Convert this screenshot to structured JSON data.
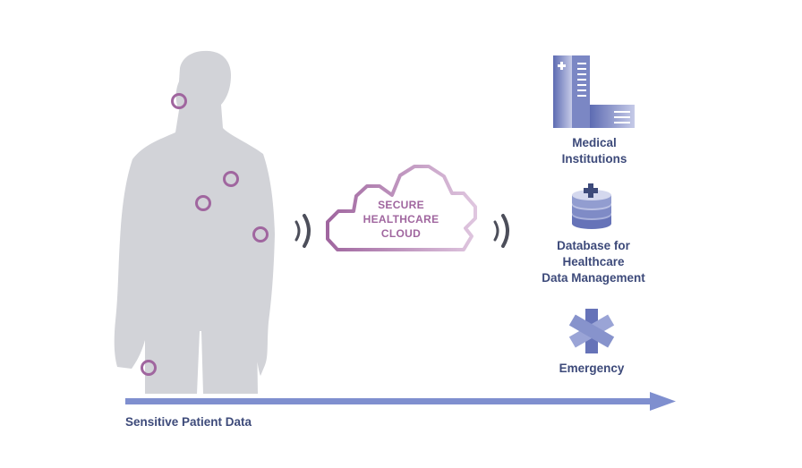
{
  "cloud": {
    "line1": "SECURE",
    "line2": "HEALTHCARE",
    "line3": "CLOUD"
  },
  "destinations": {
    "medical": {
      "line1": "Medical",
      "line2": "Institutions"
    },
    "database": {
      "line1": "Database for",
      "line2": "Healthcare",
      "line3": "Data Management"
    },
    "emergency": {
      "line1": "Emergency"
    }
  },
  "timeline": {
    "label": "Sensitive Patient Data"
  },
  "colors": {
    "body": "#d2d3d8",
    "sensor": "#a0669f",
    "signal": "#4c4e5a",
    "icon_light": "#c9cde8",
    "icon_dark": "#5c6ab0",
    "arrow": "#7f8fcf",
    "text": "#3d4a7a"
  },
  "icons": [
    "human-silhouette",
    "sensor-icon",
    "signal-wave-icon",
    "cloud-icon",
    "hospital-building-icon",
    "database-icon",
    "star-of-life-icon"
  ]
}
